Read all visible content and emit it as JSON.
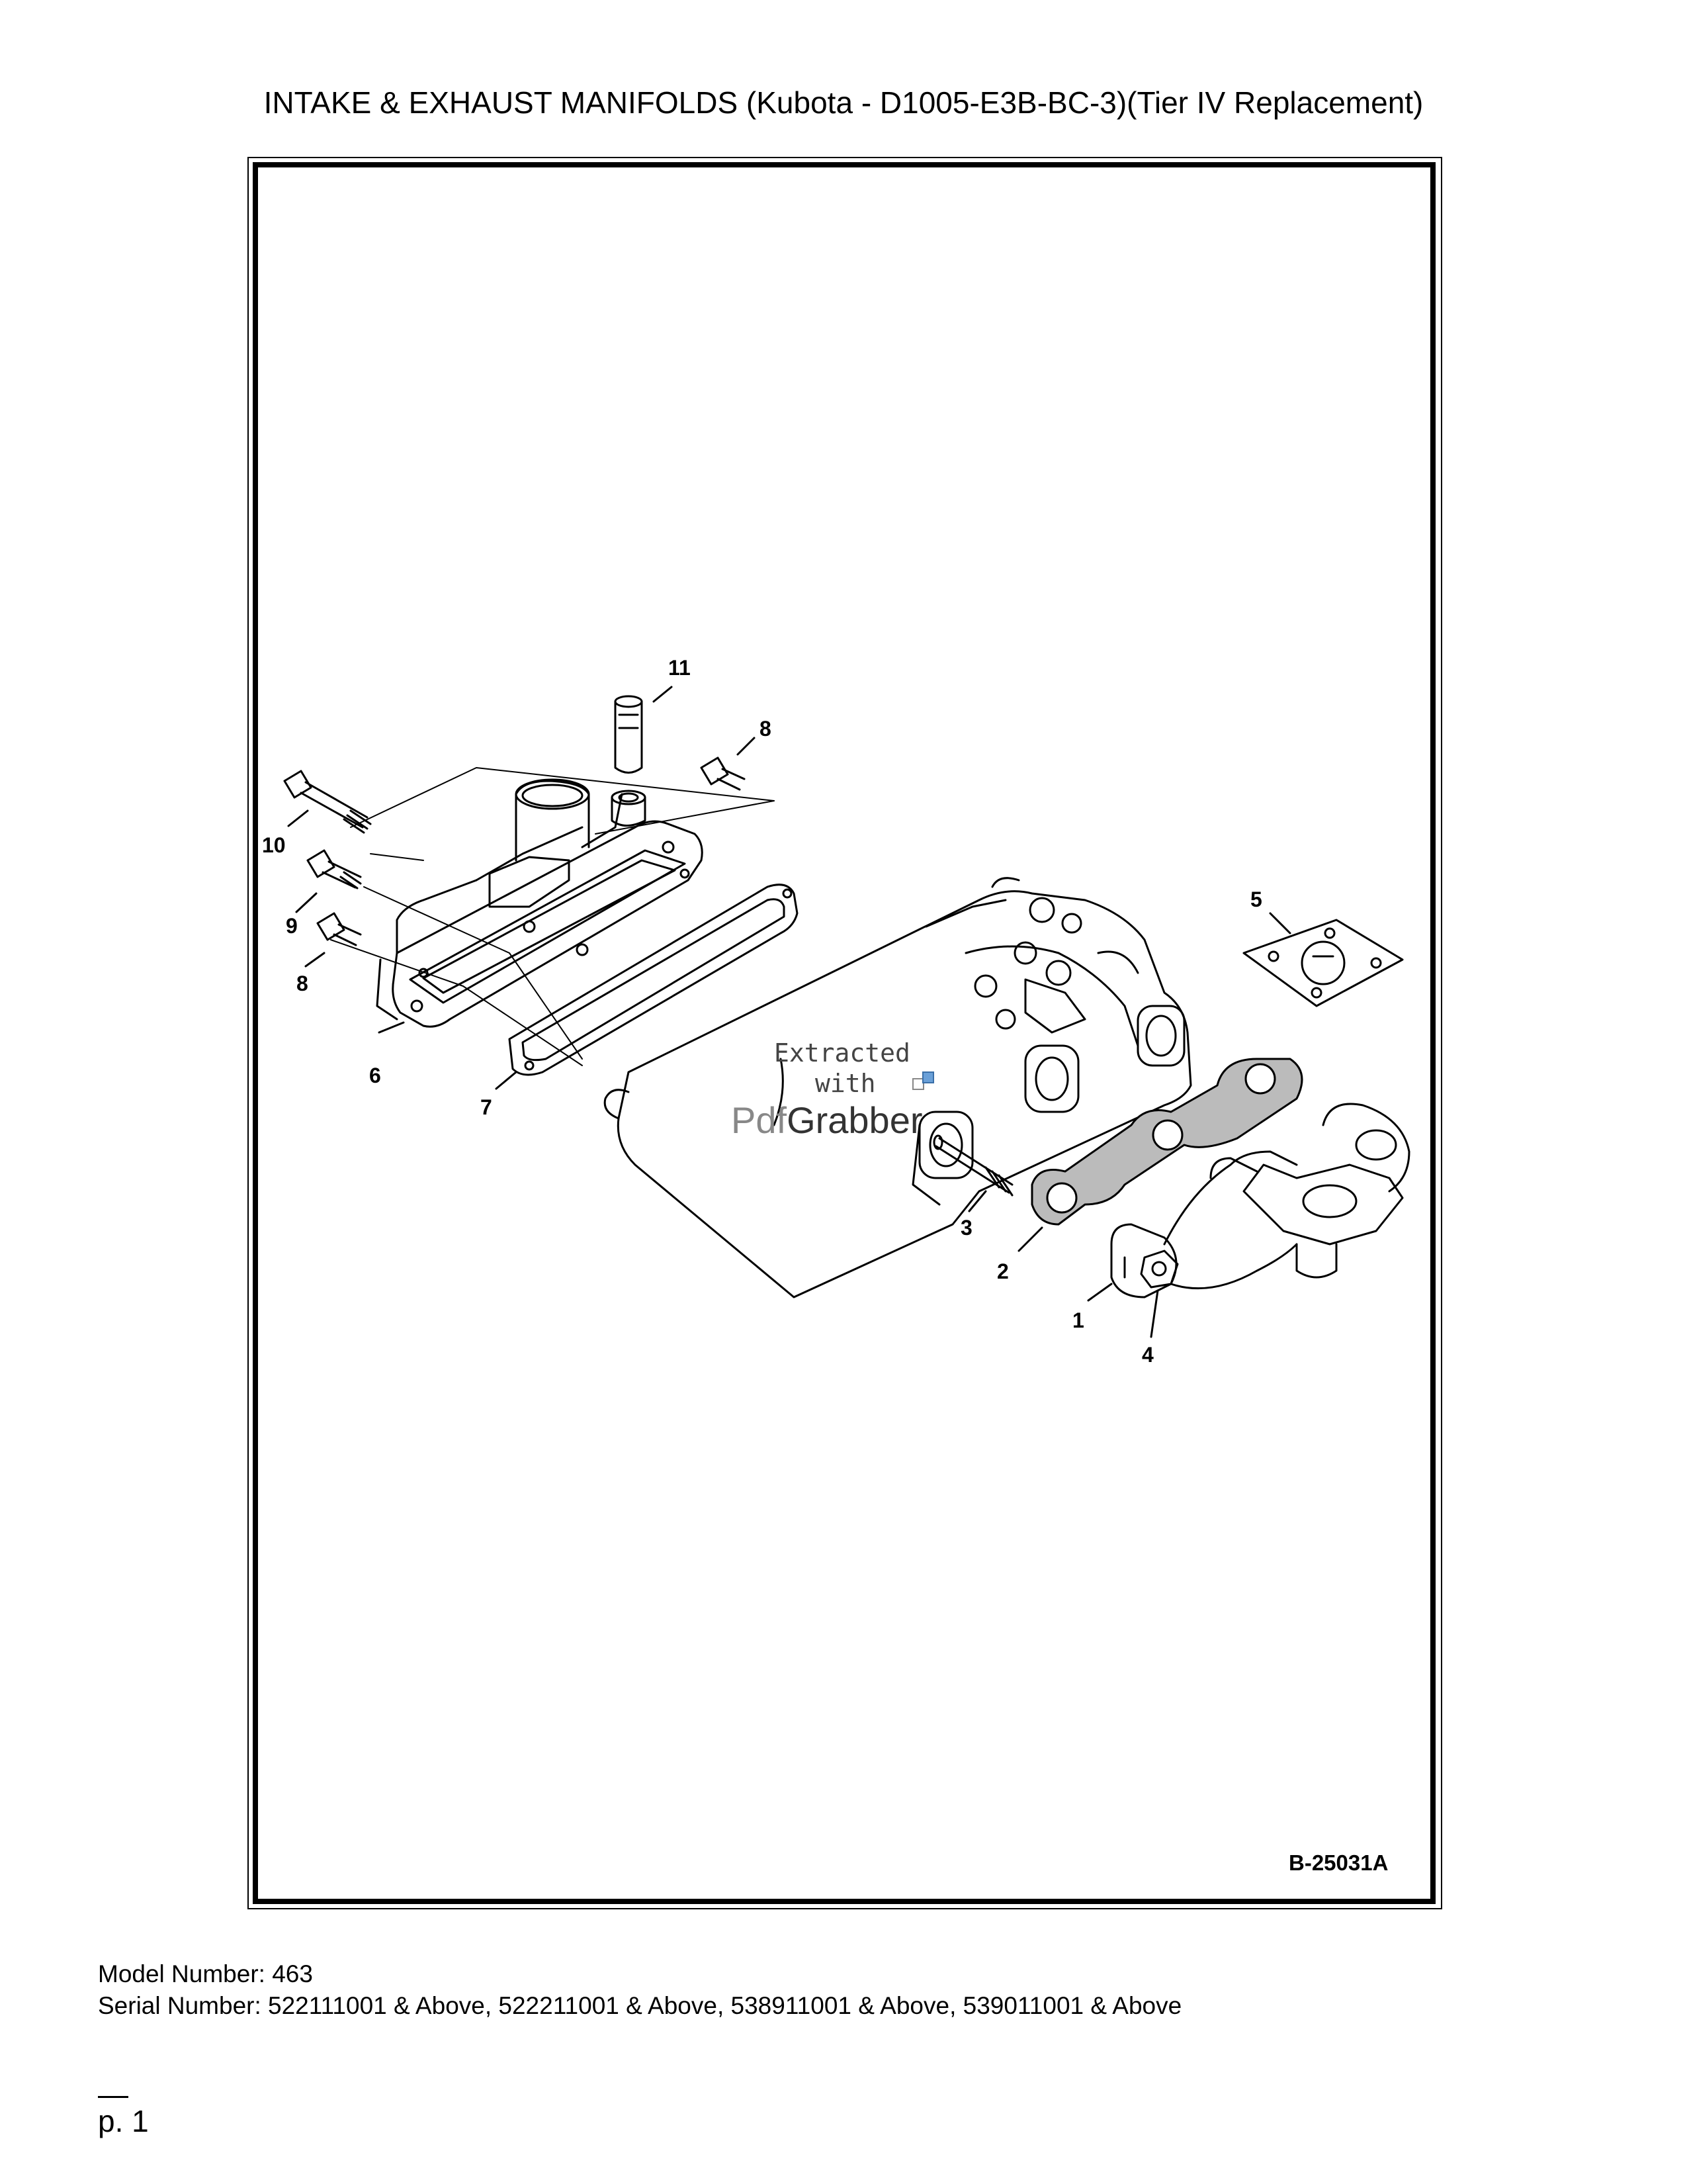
{
  "header": {
    "title": "INTAKE & EXHAUST MANIFOLDS (Kubota - D1005-E3B-BC-3)(Tier IV Replacement)"
  },
  "figure": {
    "id": "B-25031A",
    "callouts": {
      "c1": "1",
      "c2": "2",
      "c3": "3",
      "c4": "4",
      "c5": "5",
      "c6": "6",
      "c7": "7",
      "c8a": "8",
      "c8b": "8",
      "c9": "9",
      "c10": "10",
      "c11": "11"
    },
    "watermark": {
      "line1": "Extracted",
      "line2": "with",
      "brand_a": "Pdf",
      "brand_b": "Grabber"
    }
  },
  "footer": {
    "model": "Model Number: 463",
    "serial": "Serial Number: 522111001 & Above, 522211001 & Above, 538911001 & Above, 539011001 & Above",
    "page": "p. 1"
  }
}
